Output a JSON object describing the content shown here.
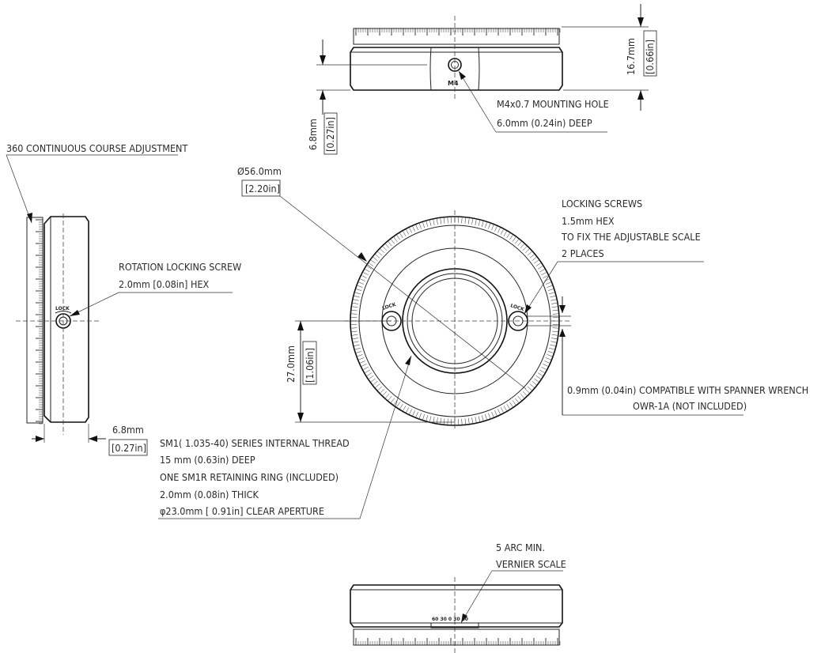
{
  "top_view": {
    "height_mm": "16.7mm",
    "height_in": "[0.66in]",
    "depth_mm": "6.8mm",
    "depth_in": "[0.27in]",
    "hole_marker": "M4",
    "hole_line1": "M4x0.7 MOUNTING HOLE",
    "hole_line2": "6.0mm (0.24in)  DEEP"
  },
  "side_view": {
    "course_adjust": "360 CONTINUOUS COURSE ADJUSTMENT",
    "lock_line1": "ROTATION LOCKING SCREW",
    "lock_line2": "2.0mm [0.08in] HEX",
    "lock_label": "LOCK",
    "width_mm": "6.8mm",
    "width_in": "[0.27in]"
  },
  "front_view": {
    "dia_mm": "Ø56.0mm",
    "dia_in": "[2.20in]",
    "screws_line1": "LOCKING SCREWS",
    "screws_line2": "1.5mm  HEX",
    "screws_line3": "TO FIX THE ADJUSTABLE SCALE",
    "screws_line4": "2 PLACES",
    "lock_label": "LOCK",
    "height_mm": "27.0mm",
    "height_in": "[1.06in]",
    "spanner_line1": "0.9mm (0.04in) COMPATIBLE WITH SPANNER WRENCH",
    "spanner_line2": "OWR-1A (NOT INCLUDED)",
    "thread_line1": "SM1( 1.035-40) SERIES INTERNAL THREAD",
    "thread_line2": "15 mm (0.63in) DEEP",
    "thread_line3": "ONE SM1R RETAINING RING (INCLUDED)",
    "thread_line4": "2.0mm (0.08in) THICK",
    "thread_line5": "φ23.0mm [ 0.91in] CLEAR APERTURE"
  },
  "bottom_view": {
    "vernier_line1": "5 ARC MIN.",
    "vernier_line2": "VERNIER SCALE",
    "vernier_ticks": "60 30  0  30 60"
  }
}
